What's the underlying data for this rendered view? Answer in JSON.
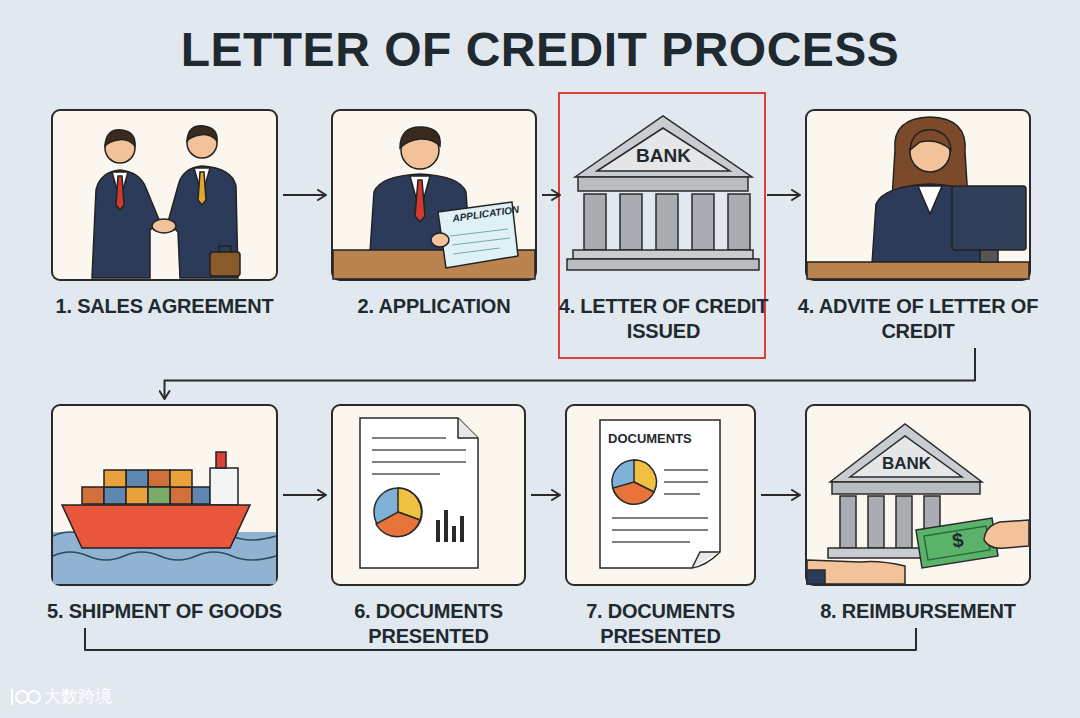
{
  "diagram": {
    "title": "LETTER OF CREDIT PROCESS",
    "nodes": [
      {
        "text": [
          "1. SALES AGREEMENT"
        ]
      },
      {
        "text": [
          "2. APPLICATION"
        ]
      },
      {
        "text": [
          "4. LETTER OF CREDIT ISSUED"
        ]
      },
      {
        "text": [
          "4. ADVITE OF LETTER OF CREDIT"
        ]
      },
      {
        "text": [
          "5. SHIPMENT OF GOODS"
        ]
      },
      {
        "text": [
          "6. DOCUMENTS PRESENTED"
        ]
      },
      {
        "text": [
          "7. DOCUMENTS PRESENTED"
        ]
      },
      {
        "text": [
          "8. REIMBURSEMENT"
        ]
      }
    ],
    "edges": [
      {
        "from": 0,
        "to": 1,
        "arrow": "to"
      },
      {
        "from": 1,
        "to": 2,
        "arrow": "to"
      },
      {
        "from": 2,
        "to": 3,
        "arrow": "to"
      },
      {
        "from": 3,
        "to": 4,
        "arrow": "to"
      },
      {
        "from": 4,
        "to": 5,
        "arrow": "to"
      },
      {
        "from": 5,
        "to": 6,
        "arrow": "to"
      },
      {
        "from": 6,
        "to": 7,
        "arrow": "to"
      },
      {
        "from": 7,
        "to": 4,
        "arrow": "none"
      }
    ],
    "labels": [
      "APPLICATION",
      "BANK",
      "DOCUMENTS",
      "BANK",
      "$",
      "大数跨境"
    ]
  }
}
